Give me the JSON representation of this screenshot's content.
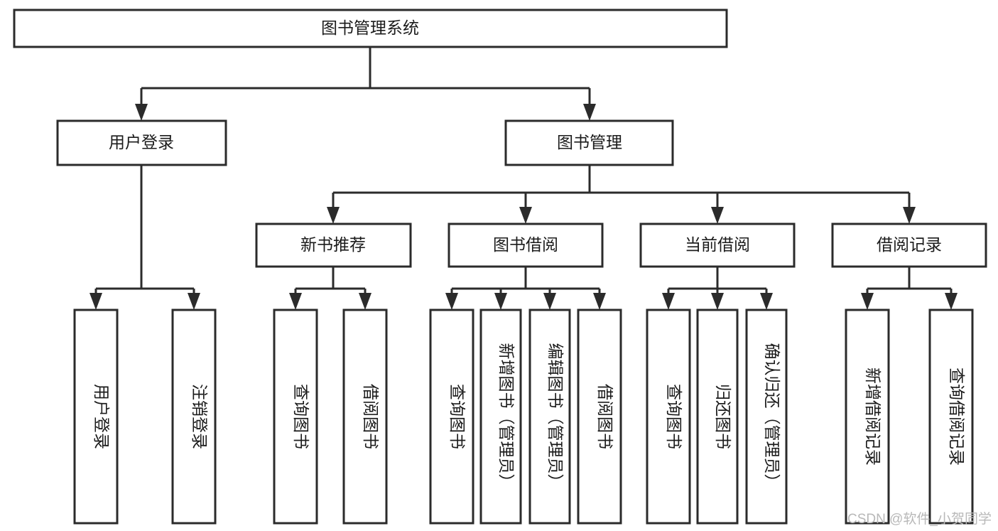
{
  "diagram": {
    "title": "图书管理系统",
    "type": "tree",
    "orientation": "top-down",
    "colors": {
      "box_fill": "#ffffff",
      "box_stroke": "#2b2b2b",
      "text": "#1b1b1b",
      "background": "#ffffff",
      "watermark": "#b8b8b8"
    },
    "root": {
      "label": "图书管理系统"
    },
    "level2": [
      {
        "label": "用户登录"
      },
      {
        "label": "图书管理"
      }
    ],
    "level3": [
      {
        "label": "新书推荐"
      },
      {
        "label": "图书借阅"
      },
      {
        "label": "当前借阅"
      },
      {
        "label": "借阅记录"
      }
    ],
    "leaves": {
      "user_login": [
        {
          "label": "用户登录"
        },
        {
          "label": "注销登录"
        }
      ],
      "new_book_recommend": [
        {
          "label": "查询图书"
        },
        {
          "label": "借阅图书"
        }
      ],
      "book_borrow": [
        {
          "label": "查询图书"
        },
        {
          "label": "新增图书（管理员）"
        },
        {
          "label": "编辑图书（管理员）"
        },
        {
          "label": "借阅图书"
        }
      ],
      "current_borrow": [
        {
          "label": "查询图书"
        },
        {
          "label": "归还图书"
        },
        {
          "label": "确认归还（管理员）"
        }
      ],
      "borrow_record": [
        {
          "label": "新增借阅记录"
        },
        {
          "label": "查询借阅记录"
        }
      ]
    }
  },
  "watermark": {
    "text": "CSDN @软件_小贺同学"
  }
}
